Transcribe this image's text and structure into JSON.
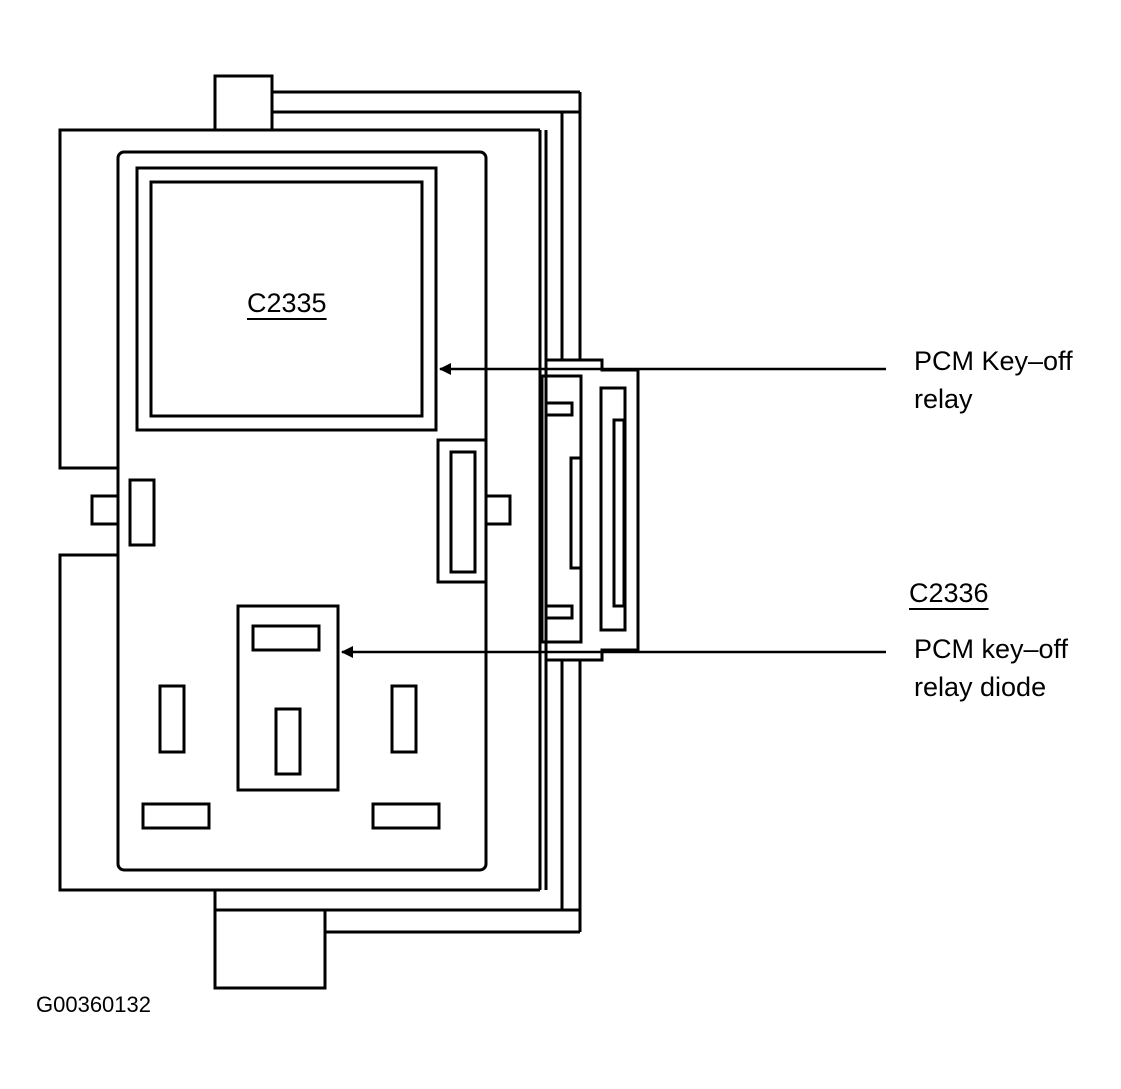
{
  "figure_id": "G00360132",
  "connectors": {
    "relay_connector": "C2335",
    "side_connector": "C2336"
  },
  "callouts": {
    "relay": {
      "line1": "PCM Key–off",
      "line2": "relay"
    },
    "diode": {
      "line1": "PCM key–off",
      "line2": "relay diode"
    }
  },
  "colors": {
    "ink": "#000000",
    "paper": "#ffffff"
  }
}
